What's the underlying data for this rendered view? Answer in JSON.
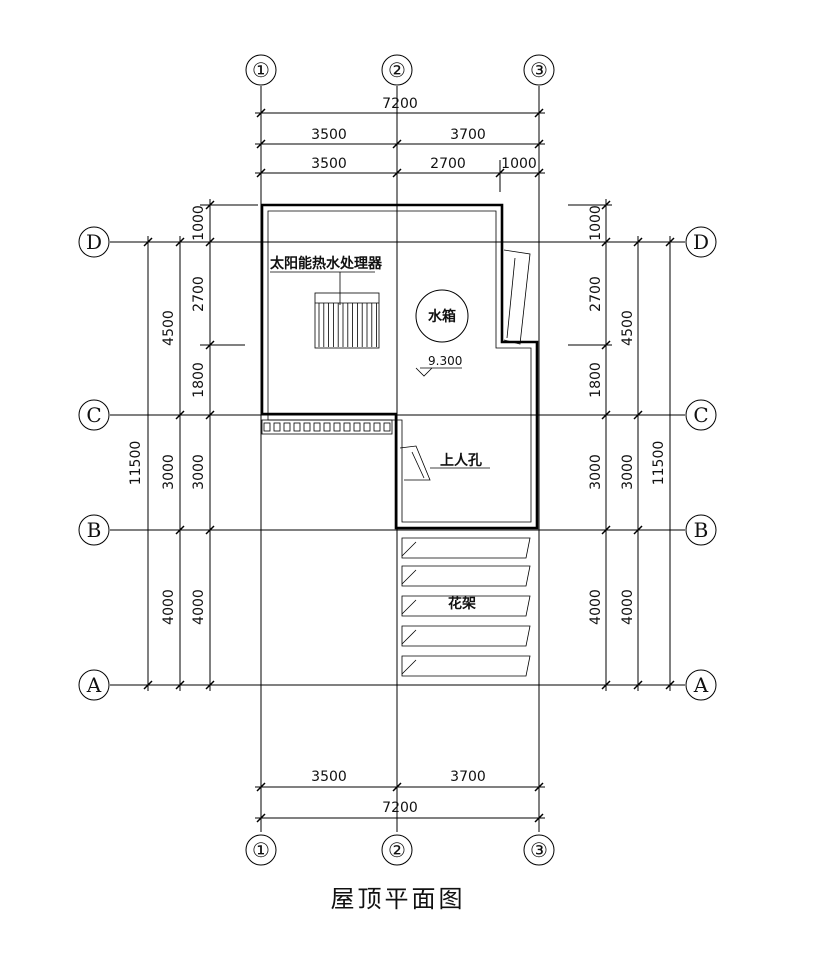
{
  "title": "屋顶平面图",
  "axes": {
    "columns": [
      "①",
      "②",
      "③"
    ],
    "rows": [
      "D",
      "C",
      "B",
      "A"
    ]
  },
  "dims": {
    "top_total": "7200",
    "top_mid": [
      "3500",
      "3700"
    ],
    "top_inner": [
      "3500",
      "2700",
      "1000"
    ],
    "bottom_mid": [
      "3500",
      "3700"
    ],
    "bottom_total": "7200",
    "left_inner": [
      "1000",
      "2700",
      "1800",
      "3000",
      "4000"
    ],
    "left_mid": [
      "4500",
      "3000",
      "4000"
    ],
    "left_outer": "11500",
    "right_inner": [
      "1000",
      "2700",
      "1800",
      "3000",
      "4000"
    ],
    "right_mid": [
      "4500",
      "3000",
      "4000"
    ],
    "right_outer": "11500"
  },
  "labels": {
    "solar": "太阳能热水处理器",
    "tank": "水箱",
    "elevation": "9.300",
    "hatch": "上人孔",
    "trellis": "花架"
  }
}
